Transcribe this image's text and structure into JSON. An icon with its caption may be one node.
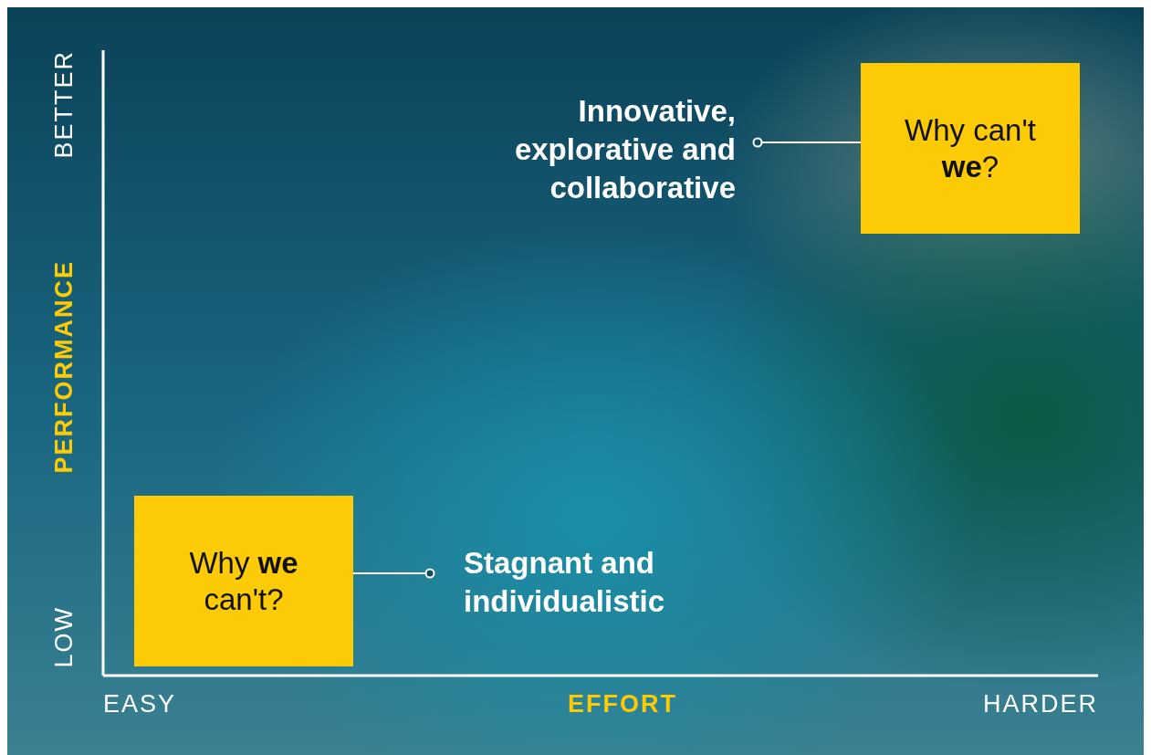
{
  "diagram": {
    "nodes": [
      {
        "text": [
          "Innovative, explorative and collaborative"
        ]
      },
      {
        "text": [
          "Why can't **we**?"
        ]
      },
      {
        "text": [
          "Why **we** can't?"
        ]
      },
      {
        "text": [
          "Stagnant and individualistic"
        ]
      }
    ],
    "edges": [
      {
        "from": 1,
        "to": 0,
        "arrow": "other"
      },
      {
        "from": 2,
        "to": 3,
        "arrow": "other"
      }
    ],
    "labels": [
      "BETTER",
      "PERFORMANCE",
      "LOW",
      "EASY",
      "EFFORT",
      "HARDER"
    ]
  }
}
